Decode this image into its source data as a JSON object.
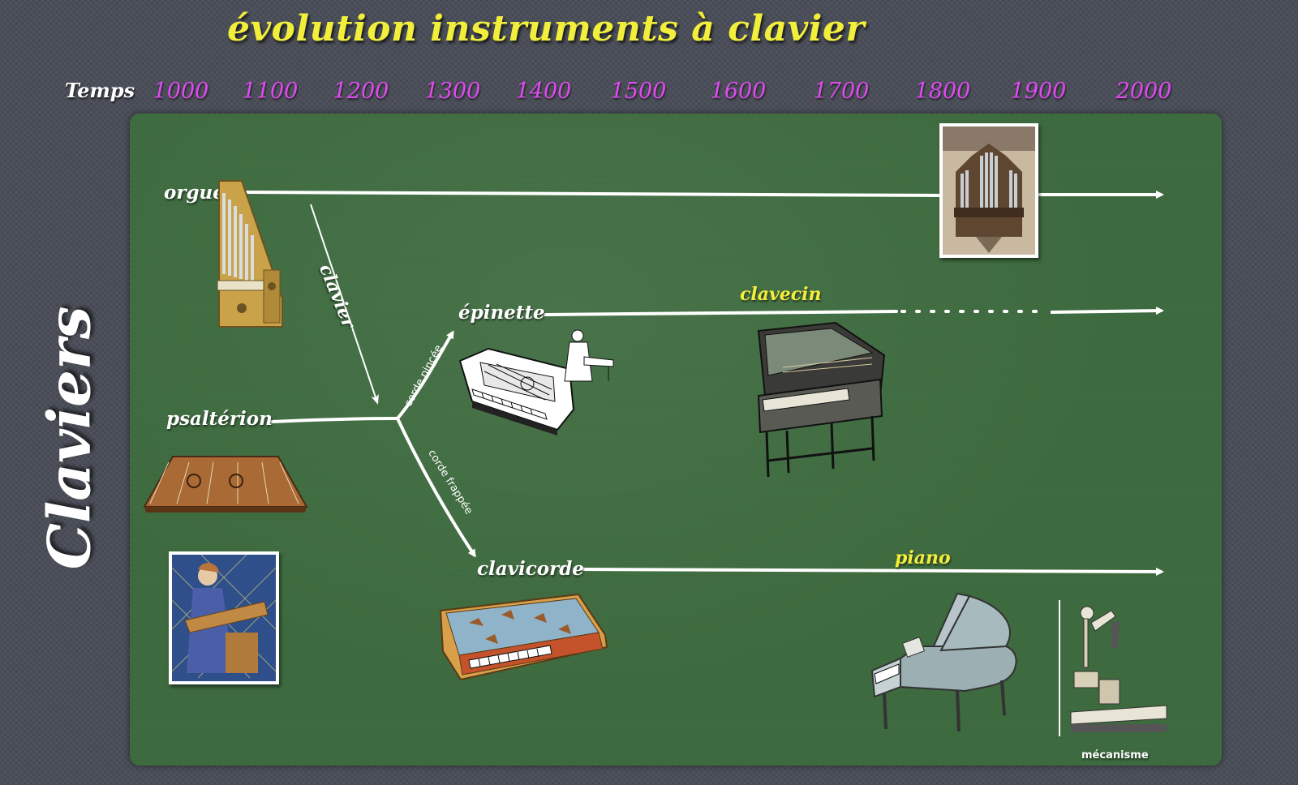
{
  "title": "évolution instruments à clavier",
  "timeline": {
    "label": "Temps",
    "years": [
      "1000",
      "1100",
      "1200",
      "1300",
      "1400",
      "1500",
      "1600",
      "1700",
      "1800",
      "1900",
      "2000"
    ]
  },
  "side_title": "Claviers",
  "instruments": {
    "orgue": "orgue",
    "psalterion": "psaltérion",
    "epinette": "épinette",
    "clavicorde": "clavicorde",
    "clavecin": "clavecin",
    "piano": "piano"
  },
  "branches": {
    "clavier": "clavier",
    "corde_pincee": "corde pincée",
    "corde_frappee": "corde frappée"
  },
  "mecanisme": "mécanisme",
  "colors": {
    "title": "#f2ee3c",
    "years": "#e04bf0",
    "board": "#3e6b3f",
    "arrows": "#ffffff",
    "highlight_labels": "#f4ee3a"
  },
  "icons": [
    "organ-image",
    "cathedral-organ-image",
    "psaltery-image",
    "medieval-musician-image",
    "spinet-image",
    "harpsichord-image",
    "clavichord-image",
    "grand-piano-image",
    "piano-mechanism-image"
  ]
}
